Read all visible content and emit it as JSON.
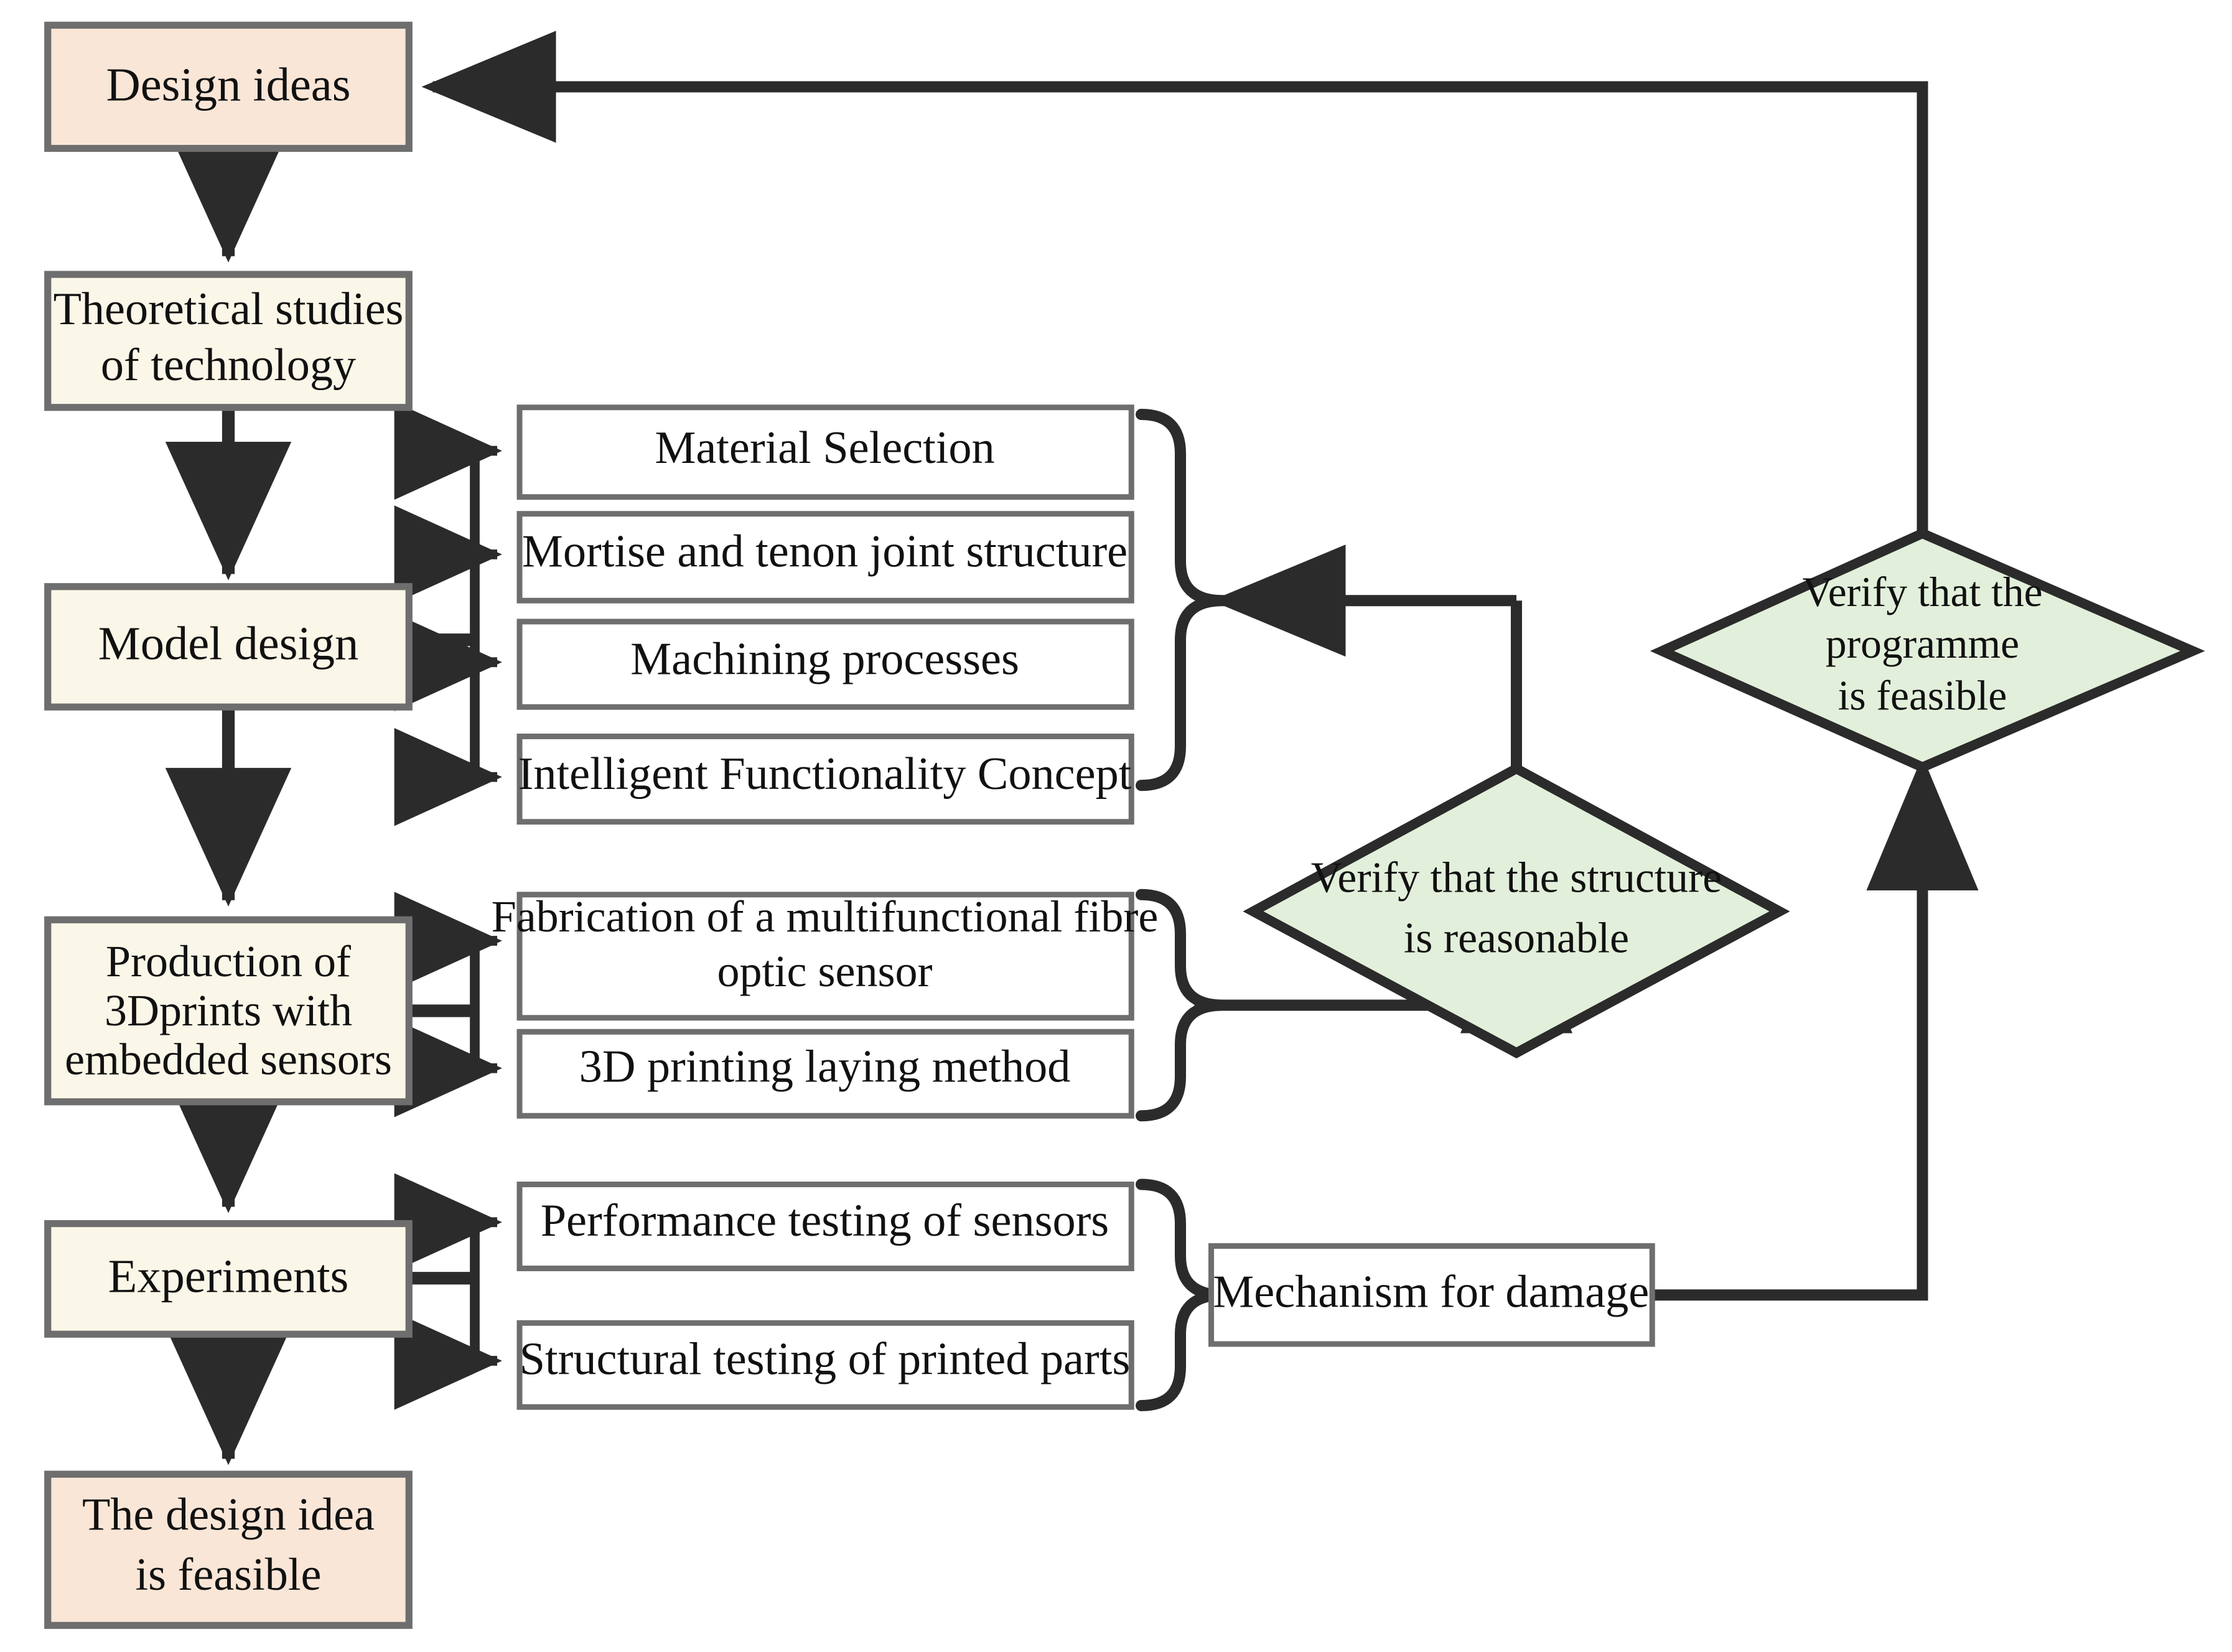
{
  "diagram": {
    "type": "flowchart",
    "title": "Research design flowchart for 3D printed parts with embedded fibre optic sensors",
    "colors": {
      "terminal_fill": "#FAE6D7",
      "process_fill": "#FBF7E8",
      "decision_fill": "#E2EFDA",
      "sub_fill": "#FFFFFF",
      "stroke": "#2B2B2B",
      "text": "#111111",
      "background": "#FFFFFF"
    },
    "nodes": {
      "design_ideas": {
        "label": "Design ideas",
        "shape": "rect",
        "fill": "terminal"
      },
      "theoretical_studies": {
        "line1": "Theoretical studies",
        "line2": "of technology",
        "shape": "rect",
        "fill": "process"
      },
      "model_design": {
        "label": "Model design",
        "shape": "rect",
        "fill": "process"
      },
      "production_3dprints": {
        "line1": "Production of",
        "line2": "3Dprints with",
        "line3": "embedded sensors",
        "shape": "rect",
        "fill": "process"
      },
      "experiments": {
        "label": "Experiments",
        "shape": "rect",
        "fill": "process"
      },
      "design_idea_feasible": {
        "line1": "The design idea",
        "line2": "is feasible",
        "shape": "rect",
        "fill": "terminal"
      },
      "material_selection": {
        "label": "Material Selection",
        "shape": "rect",
        "fill": "sub"
      },
      "mortise_tenon": {
        "label": "Mortise and tenon joint structure",
        "shape": "rect",
        "fill": "sub"
      },
      "machining_processes": {
        "label": "Machining processes",
        "shape": "rect",
        "fill": "sub"
      },
      "intelligent_functionality": {
        "label": "Intelligent Functionality Concept",
        "shape": "rect",
        "fill": "sub"
      },
      "fabrication_fibre_sensor": {
        "line1": "Fabrication of a multifunctional fibre",
        "line2": "optic sensor",
        "shape": "rect",
        "fill": "sub"
      },
      "printing_laying_method": {
        "label": "3D printing laying method",
        "shape": "rect",
        "fill": "sub"
      },
      "performance_testing": {
        "label": "Performance testing of sensors",
        "shape": "rect",
        "fill": "sub"
      },
      "structural_testing": {
        "label": "Structural testing of printed parts",
        "shape": "rect",
        "fill": "sub"
      },
      "mechanism_damage": {
        "label": "Mechanism for damage",
        "shape": "rect",
        "fill": "sub"
      },
      "verify_structure": {
        "line1": "Verify that the structure",
        "line2": "is reasonable",
        "shape": "diamond",
        "fill": "decision"
      },
      "verify_programme": {
        "line1": "Verify that the",
        "line2": "programme",
        "line3": "is feasible",
        "shape": "diamond",
        "fill": "decision"
      }
    },
    "edges": [
      {
        "from": "design_ideas",
        "to": "theoretical_studies",
        "kind": "arrow-down"
      },
      {
        "from": "theoretical_studies",
        "to": "model_design",
        "kind": "arrow-down"
      },
      {
        "from": "model_design",
        "to": "production_3dprints",
        "kind": "arrow-down"
      },
      {
        "from": "production_3dprints",
        "to": "experiments",
        "kind": "arrow-down"
      },
      {
        "from": "experiments",
        "to": "design_idea_feasible",
        "kind": "arrow-down"
      },
      {
        "from": "model_design",
        "to": "material_selection",
        "kind": "branch-right"
      },
      {
        "from": "model_design",
        "to": "mortise_tenon",
        "kind": "branch-right"
      },
      {
        "from": "model_design",
        "to": "machining_processes",
        "kind": "branch-right"
      },
      {
        "from": "model_design",
        "to": "intelligent_functionality",
        "kind": "branch-right"
      },
      {
        "from": "production_3dprints",
        "to": "fabrication_fibre_sensor",
        "kind": "branch-right"
      },
      {
        "from": "production_3dprints",
        "to": "printing_laying_method",
        "kind": "branch-right"
      },
      {
        "from": "experiments",
        "to": "performance_testing",
        "kind": "branch-right"
      },
      {
        "from": "experiments",
        "to": "structural_testing",
        "kind": "branch-right"
      },
      {
        "from": "verify_structure",
        "to": "model_design_group",
        "kind": "arrow-left"
      },
      {
        "from": "production_group",
        "to": "verify_structure",
        "kind": "arrow-up"
      },
      {
        "from": "experiments_group",
        "to": "mechanism_damage",
        "kind": "brace"
      },
      {
        "from": "mechanism_damage",
        "to": "verify_programme",
        "kind": "arrow-up"
      },
      {
        "from": "verify_programme",
        "to": "design_ideas",
        "kind": "arrow-left-loop"
      }
    ]
  }
}
